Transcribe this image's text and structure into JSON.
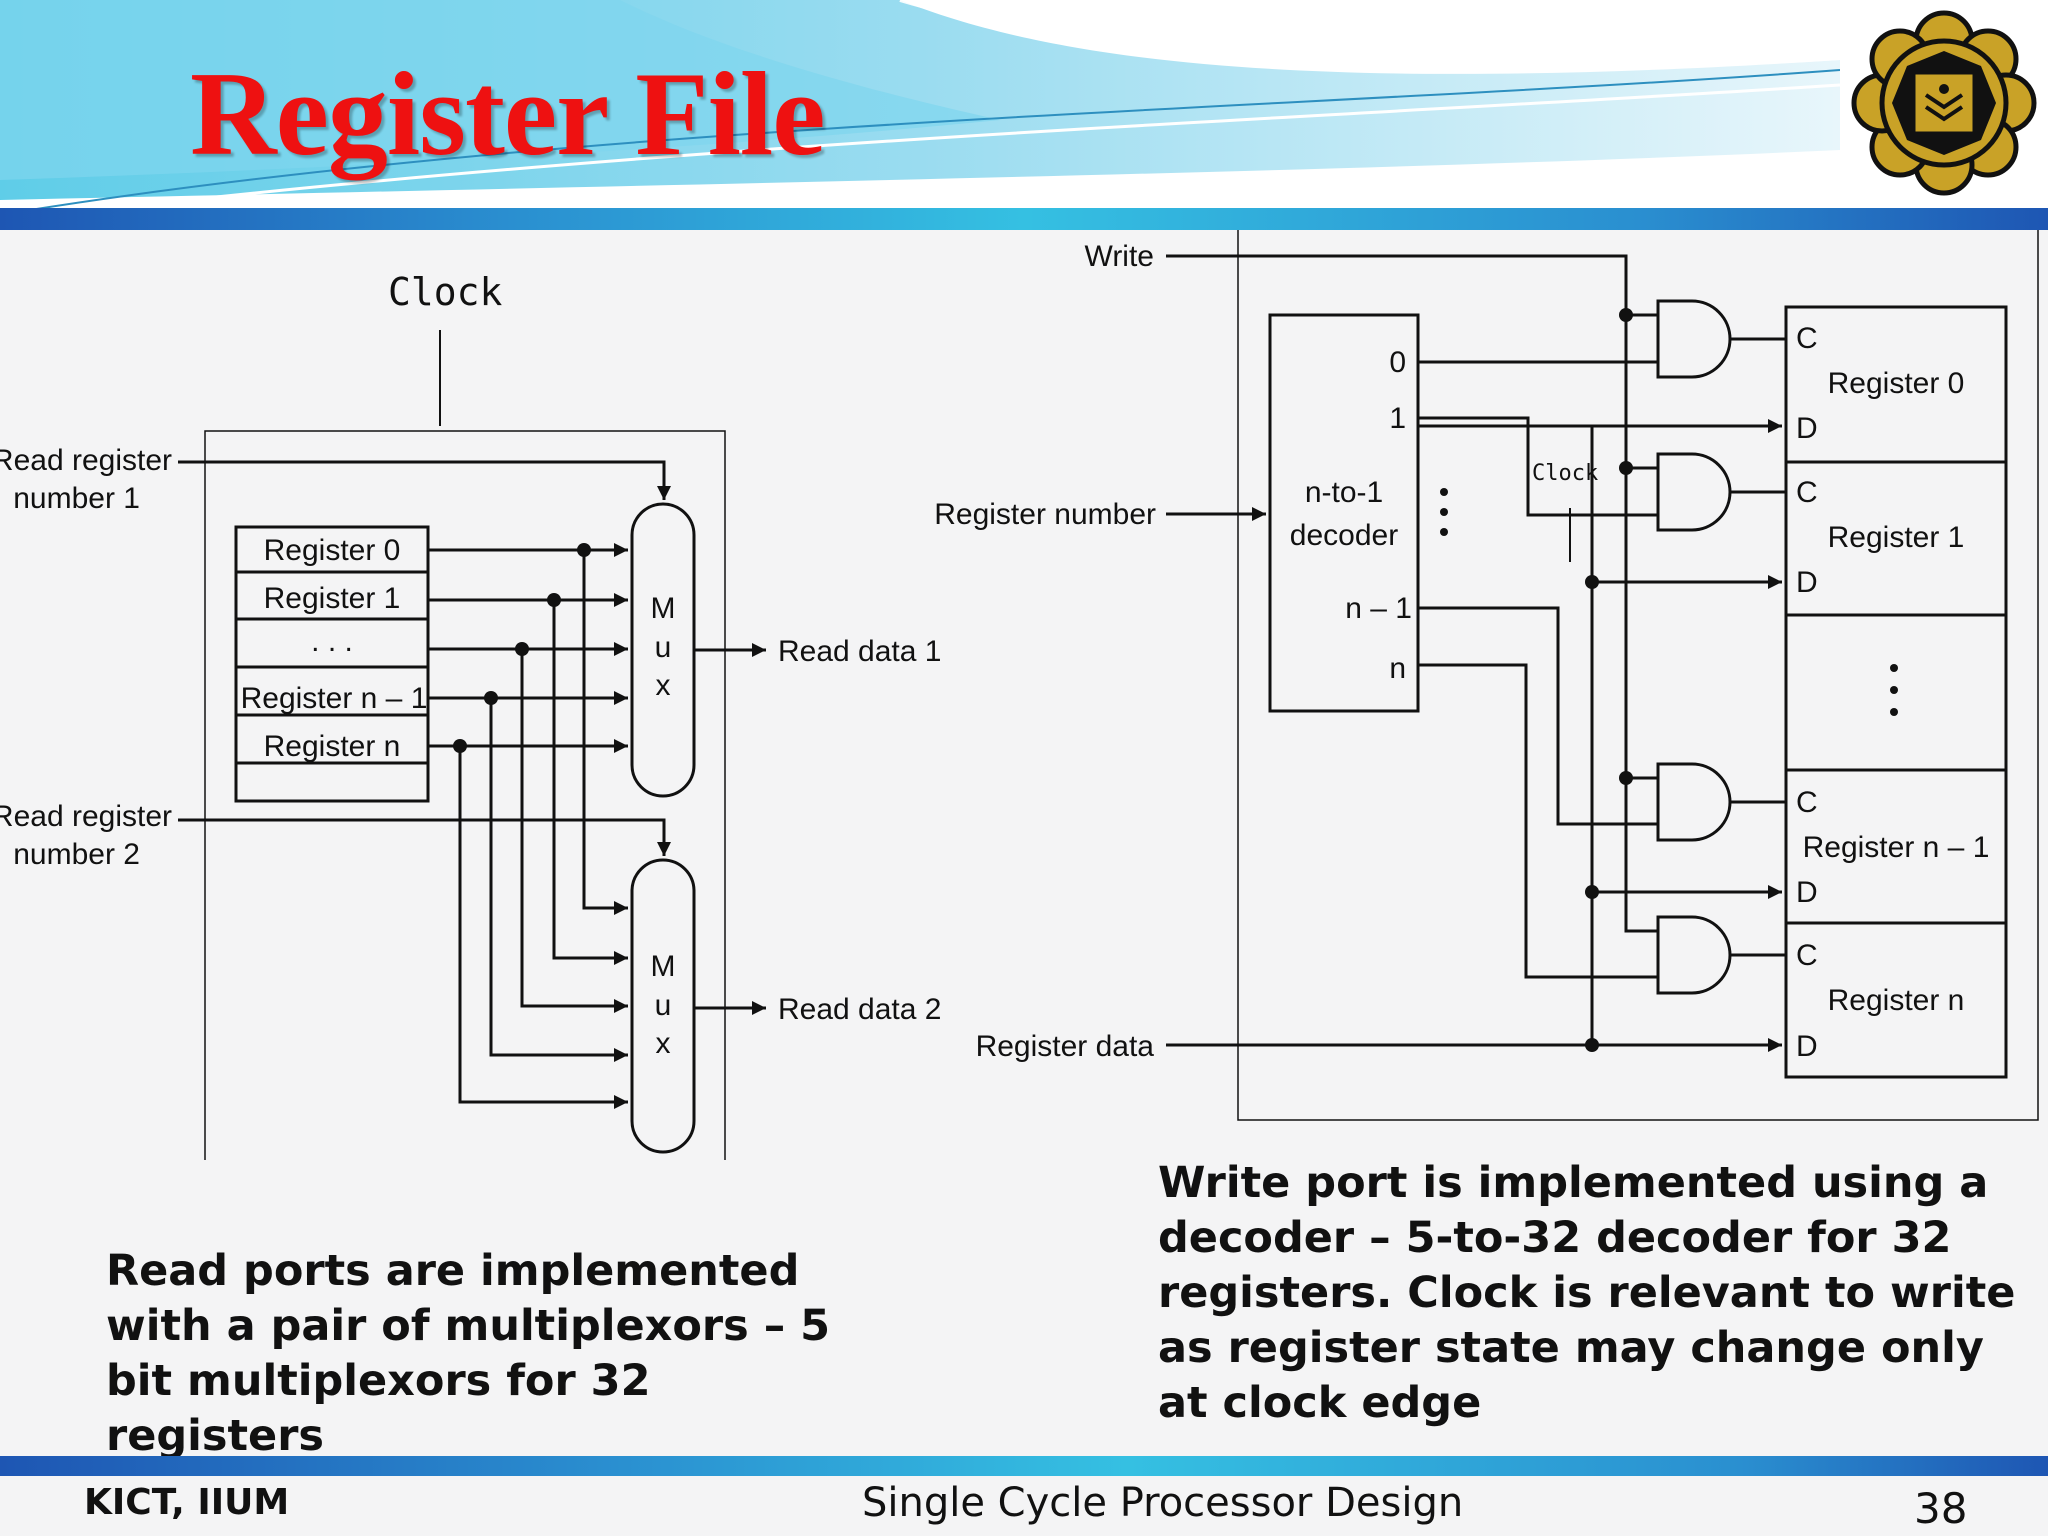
{
  "header": {
    "title": "Register File",
    "colors": {
      "title": "#ee1111",
      "wave_light": "#bfe9f7",
      "wave_mid": "#56c9e6",
      "bar_blue": "#1e56b3",
      "bar_cyan": "#35c0e2"
    },
    "logo_icon": "iium-emblem-icon"
  },
  "read_circuit": {
    "clock_label": "Clock",
    "read_register_1": [
      "Read register",
      "number 1"
    ],
    "read_register_2": [
      "Read register",
      "number 2"
    ],
    "registers": [
      "Register 0",
      "Register 1",
      ". . .",
      "Register n – 1",
      "Register n"
    ],
    "mux_letters": [
      "M",
      "u",
      "x"
    ],
    "read_data_1": "Read data 1",
    "read_data_2": "Read data 2"
  },
  "write_circuit": {
    "write_label": "Write",
    "register_number_label": "Register number",
    "register_data_label": "Register data",
    "clock_label": "Clock",
    "decoder_label": [
      "n-to-1",
      "decoder"
    ],
    "decoder_outputs": [
      "0",
      "1",
      "n – 1",
      "n"
    ],
    "register_port_c": "C",
    "register_port_d": "D",
    "registers": [
      "Register 0",
      "Register 1",
      "Register n – 1",
      "Register n"
    ]
  },
  "captions": {
    "left": "Read ports are implemented with a pair of multiplexors – 5 bit multiplexors for 32 registers",
    "right": "Write port is implemented using a decoder – 5-to-32 decoder for 32 registers. Clock is relevant to write as register state may change only at clock edge"
  },
  "footer": {
    "left": "KICT, IIUM",
    "center": "Single Cycle Processor Design",
    "page_number": "38"
  }
}
